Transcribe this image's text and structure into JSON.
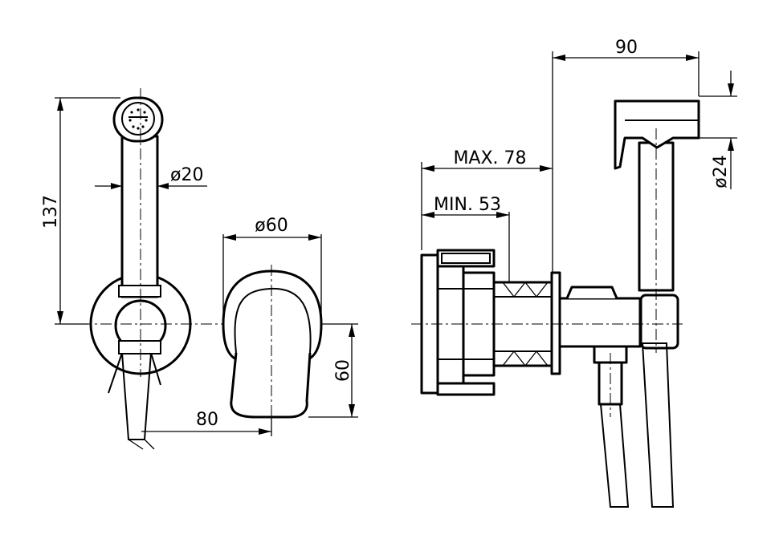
{
  "dimensions": {
    "height_137": "137",
    "diameter_20": "ø20",
    "diameter_60": "ø60",
    "width_80": "80",
    "height_60": "60",
    "width_90": "90",
    "max_78": "MAX. 78",
    "min_53": "MIN. 53",
    "diameter_24": "ø24"
  },
  "colors": {
    "line": "#000000",
    "background": "#ffffff"
  }
}
